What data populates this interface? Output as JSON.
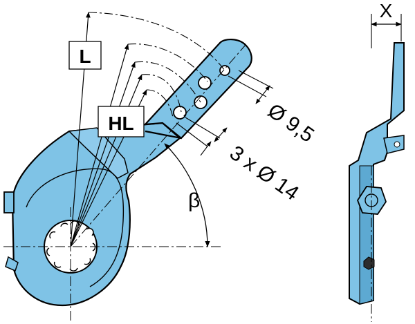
{
  "labels": {
    "L": "L",
    "HL": "HL",
    "beta": "β",
    "hole_small": "Ø 9,5",
    "holes_large": "3 x Ø 14",
    "width_x": "X"
  },
  "colors": {
    "part_fill": "#7fc3e6",
    "part_dark": "#4f97bd",
    "line": "#000000",
    "background": "#ffffff"
  }
}
